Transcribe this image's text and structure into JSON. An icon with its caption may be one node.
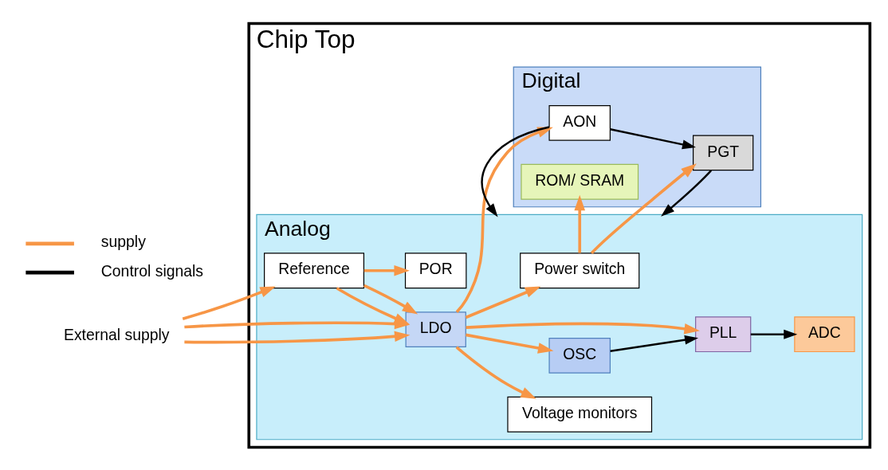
{
  "diagram": {
    "nodes": [
      {
        "text": [
          "Chip Top"
        ]
      },
      {
        "text": [
          "Analog"
        ],
        "in": 0
      },
      {
        "text": [
          "Digital"
        ],
        "in": 0
      },
      {
        "text": [
          "Reference"
        ],
        "in": 1
      },
      {
        "text": [
          "LDO"
        ],
        "in": 1
      },
      {
        "text": [
          "POR"
        ],
        "in": 1
      },
      {
        "text": [
          "Voltage monitors"
        ],
        "in": 1
      },
      {
        "text": [
          "Power switch"
        ],
        "in": 1
      },
      {
        "text": [
          "OSC"
        ],
        "in": 1
      },
      {
        "text": [
          "PLL"
        ],
        "in": 1
      },
      {
        "text": [
          "ADC"
        ],
        "in": 1
      },
      {
        "text": [
          "AON"
        ],
        "in": 2
      },
      {
        "text": [
          "PGT"
        ],
        "in": 2
      },
      {
        "text": [
          "ROM/ SRAM"
        ],
        "in": 2
      },
      {
        "text": [
          "External supply"
        ]
      }
    ],
    "edges": [
      {
        "from": 14,
        "to": 3,
        "arrow": "to"
      },
      {
        "from": 14,
        "to": 4,
        "arrow": "to"
      },
      {
        "from": 14,
        "to": 4,
        "arrow": "to"
      },
      {
        "from": 3,
        "to": 4,
        "arrow": "to"
      },
      {
        "from": 3,
        "to": 4,
        "arrow": "to"
      },
      {
        "from": 3,
        "to": 5,
        "arrow": "to"
      },
      {
        "from": 4,
        "to": 6,
        "arrow": "to"
      },
      {
        "from": 4,
        "to": 7,
        "arrow": "to"
      },
      {
        "from": 4,
        "to": 8,
        "arrow": "to"
      },
      {
        "from": 4,
        "to": 9,
        "arrow": "to"
      },
      {
        "from": 4,
        "to": 11,
        "arrow": "to"
      },
      {
        "from": 7,
        "to": 12,
        "arrow": "to"
      },
      {
        "from": 7,
        "to": 13,
        "arrow": "to"
      },
      {
        "from": 11,
        "to": 1,
        "arrow": "to",
        "color": "#000000"
      },
      {
        "from": 12,
        "to": 1,
        "arrow": "to",
        "color": "#000000"
      },
      {
        "from": 11,
        "to": 12,
        "arrow": "to",
        "color": "#000000"
      },
      {
        "from": 8,
        "to": 9,
        "arrow": "to",
        "color": "#000000"
      },
      {
        "from": 9,
        "to": 10,
        "arrow": "to",
        "color": "#000000"
      }
    ],
    "legend": [
      {
        "text": "supply"
      },
      {
        "text": "Control signals"
      }
    ]
  }
}
